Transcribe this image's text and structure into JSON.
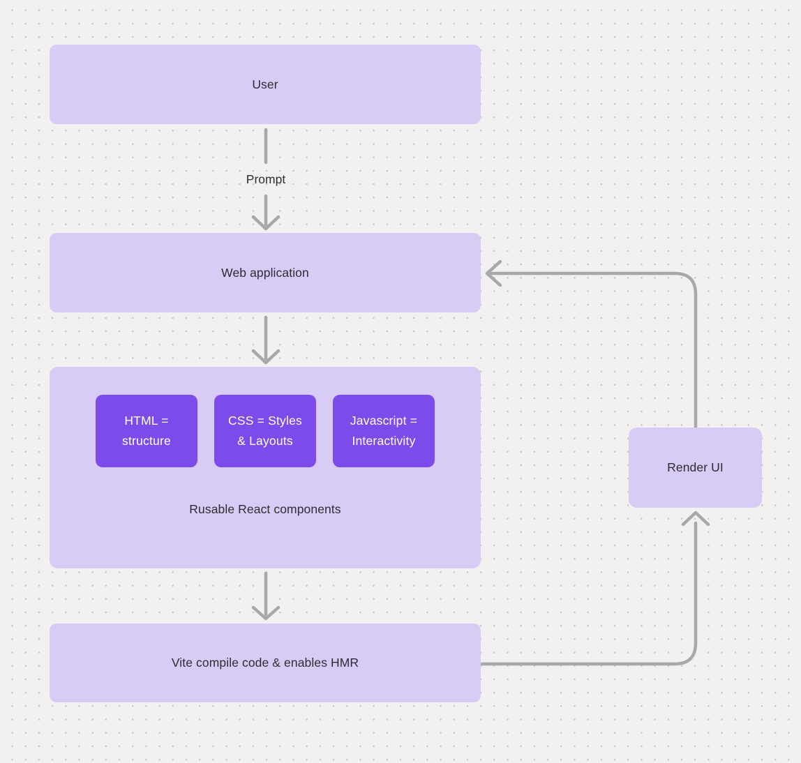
{
  "diagram": {
    "title": "",
    "nodes": {
      "user": {
        "label": "User"
      },
      "web_application": {
        "label": "Web application"
      },
      "components_group": {
        "caption": "Rusable React components",
        "chips": [
          {
            "label": "HTML =\nstructure"
          },
          {
            "label": "CSS = Styles\n& Layouts"
          },
          {
            "label": "Javascript =\nInteractivity"
          }
        ]
      },
      "vite": {
        "label": "Vite compile code & enables HMR"
      },
      "render_ui": {
        "label": "Render UI"
      }
    },
    "edges": [
      {
        "from": "user",
        "to": "web_application",
        "label": "Prompt"
      },
      {
        "from": "web_application",
        "to": "components_group",
        "label": ""
      },
      {
        "from": "components_group",
        "to": "vite",
        "label": ""
      },
      {
        "from": "vite",
        "to": "render_ui",
        "label": ""
      },
      {
        "from": "render_ui",
        "to": "web_application",
        "label": ""
      }
    ],
    "colors": {
      "background": "#f2f1ef",
      "dot_grid": "#c6c5c3",
      "node_fill": "#d8cbf5",
      "chip_fill": "#7c4be9",
      "arrow": "#a8a8a8",
      "text_dark": "#2d2c33",
      "text_light": "#ffffff"
    }
  }
}
